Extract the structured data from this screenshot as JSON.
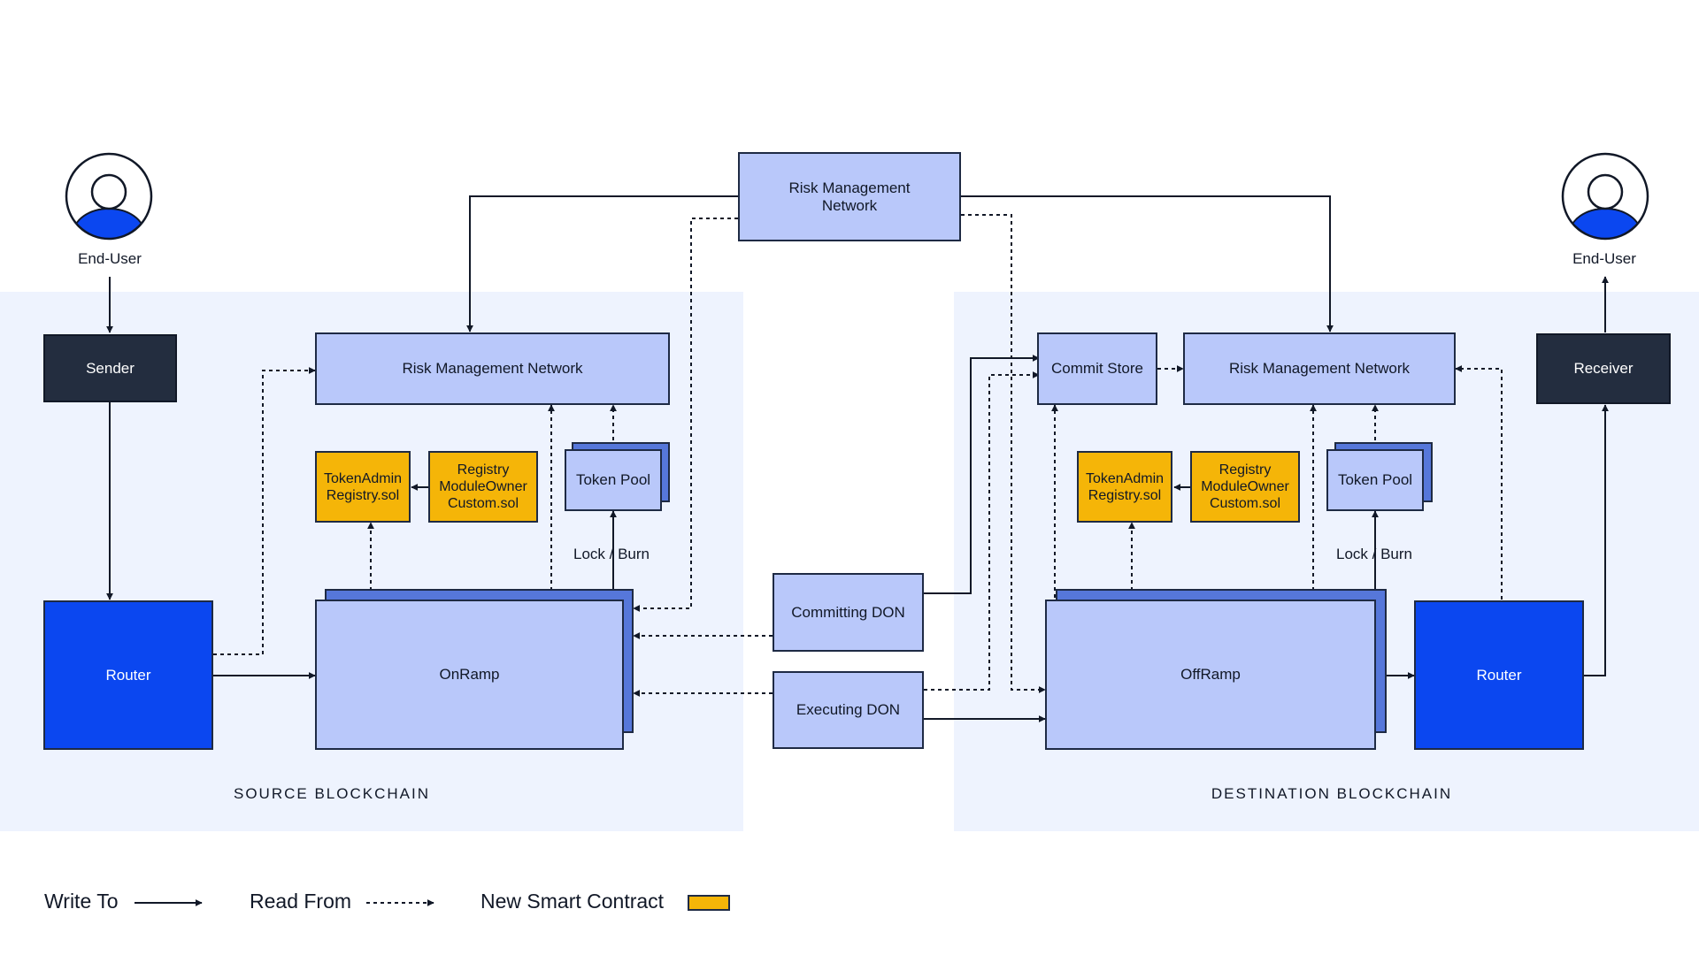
{
  "diagram": {
    "regions": {
      "source": "SOURCE BLOCKCHAIN",
      "destination": "DESTINATION BLOCKCHAIN"
    },
    "nodes": {
      "rmn_top": "Risk Management\nNetwork",
      "source_end_user": "End-User",
      "dest_end_user": "End-User",
      "sender": "Sender",
      "source_rmn": "Risk Management Network",
      "source_token_admin": "TokenAdmin\nRegistry.sol",
      "source_registry_module": "Registry\nModuleOwner\nCustom.sol",
      "source_token_pool": "Token Pool",
      "source_router": "Router",
      "onramp": "OnRamp",
      "committing_don": "Committing DON",
      "executing_don": "Executing DON",
      "commit_store": "Commit Store",
      "dest_rmn": "Risk Management Network",
      "receiver": "Receiver",
      "dest_token_admin": "TokenAdmin\nRegistry.sol",
      "dest_registry_module": "Registry\nModuleOwner\nCustom.sol",
      "dest_token_pool": "Token Pool",
      "offramp": "OffRamp",
      "dest_router": "Router"
    },
    "edge_labels": {
      "source_lock_burn": "Lock / Burn",
      "dest_lock_burn": "Lock / Burn"
    }
  },
  "legend": {
    "write_to": "Write To",
    "read_from": "Read From",
    "new_smart_contract": "New Smart Contract"
  },
  "icons": {
    "user": "user-avatar-icon"
  },
  "colors": {
    "region_bg": "#eef3fe",
    "light_node": "#b9c8fa",
    "dark_node": "#232d3f",
    "router_blue": "#0b47f0",
    "new_contract_gold": "#f5b508",
    "stack_shadow": "#5677da"
  }
}
